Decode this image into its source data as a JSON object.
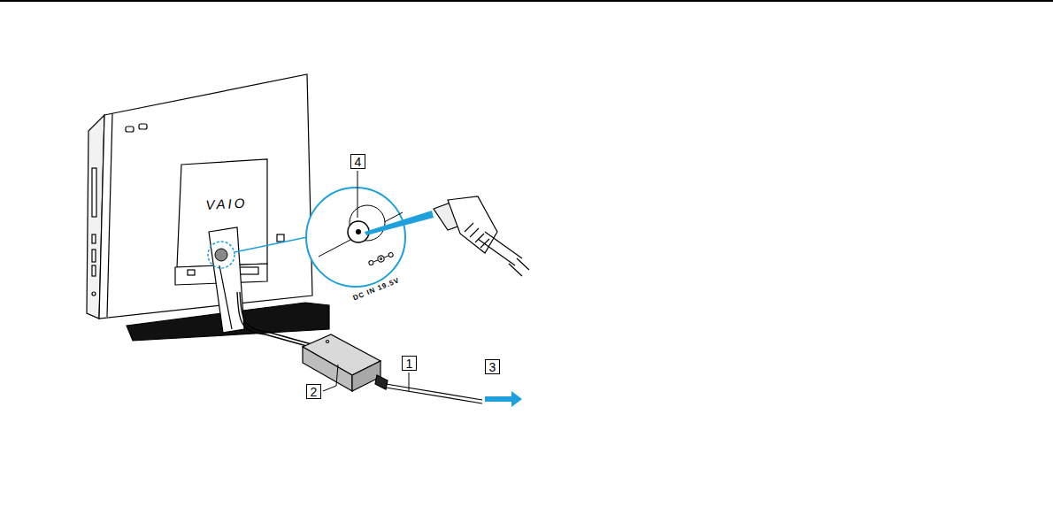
{
  "diagram": {
    "labels": [
      "4",
      "VAIO",
      "DC IN 19.5V",
      "1",
      "2",
      "3"
    ]
  }
}
